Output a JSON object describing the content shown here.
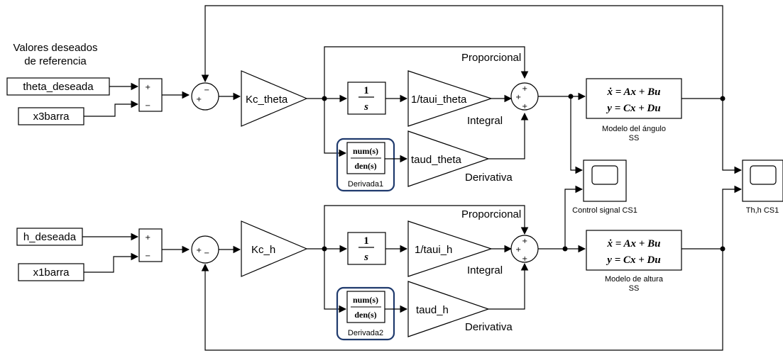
{
  "inputs": {
    "title_line1": "Valores deseados",
    "title_line2": "de referencia",
    "theta_desired": "theta_deseada",
    "x3_bar": "x3barra",
    "h_desired": "h_deseada",
    "x1_bar": "x1barra"
  },
  "signs": {
    "plus": "+",
    "minus": "−"
  },
  "theta_loop": {
    "gain_kc": "Kc_theta",
    "integrator_num": "1",
    "integrator_den": "s",
    "gain_ti": "1/taui_theta",
    "gain_td": "taud_theta",
    "proportional_label": "Proporcional",
    "integral_label": "Integral",
    "derivative_label": "Derivativa",
    "tf_num": "num(s)",
    "tf_den": "den(s)",
    "tf_name": "Derivada1",
    "ss_line1": "ẋ = Ax + Bu",
    "ss_line2": "y = Cx + Du",
    "ss_name_line1": "Modelo del ángulo",
    "ss_name_line2": "SS"
  },
  "h_loop": {
    "gain_kc": "Kc_h",
    "integrator_num": "1",
    "integrator_den": "s",
    "gain_ti": "1/taui_h",
    "gain_td": "taud_h",
    "proportional_label": "Proporcional",
    "integral_label": "Integral",
    "derivative_label": "Derivativa",
    "tf_num": "num(s)",
    "tf_den": "den(s)",
    "tf_name": "Derivada2",
    "ss_line1": "ẋ = Ax + Bu",
    "ss_line2": "y = Cx + Du",
    "ss_name_line1": "Modelo de altura",
    "ss_name_line2": "SS"
  },
  "scopes": {
    "control_signal": "Control signal CS1",
    "output": "Th,h CS1"
  },
  "colors": {
    "highlight": "#1f3a6d",
    "line": "#000000"
  }
}
